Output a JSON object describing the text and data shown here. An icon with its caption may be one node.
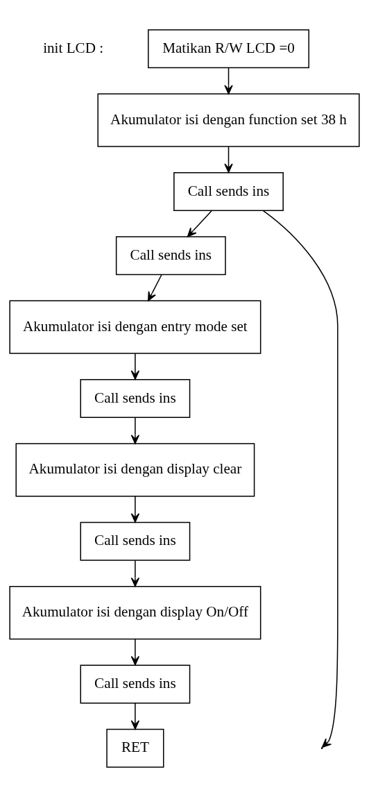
{
  "diagram": {
    "nodes": [
      {
        "text": [
          "Matikan R/W LCD =0"
        ]
      },
      {
        "text": [
          "Akumulator isi dengan function set 38 h"
        ]
      },
      {
        "text": [
          "Call sends ins"
        ]
      },
      {
        "text": [
          "Call sends ins"
        ]
      },
      {
        "text": [
          "Akumulator isi dengan entry mode set"
        ]
      },
      {
        "text": [
          "Call sends ins"
        ]
      },
      {
        "text": [
          "Akumulator isi dengan display clear"
        ]
      },
      {
        "text": [
          "Call sends ins"
        ]
      },
      {
        "text": [
          "Akumulator isi dengan display On/Off"
        ]
      },
      {
        "text": [
          "Call sends ins"
        ]
      },
      {
        "text": [
          "RET"
        ]
      }
    ],
    "edges": [
      {
        "from": 0,
        "to": 1,
        "arrow": "to"
      },
      {
        "from": 1,
        "to": 2,
        "arrow": "to"
      },
      {
        "from": 2,
        "to": 3,
        "arrow": "to"
      },
      {
        "from": 3,
        "to": 4,
        "arrow": "to"
      },
      {
        "from": 4,
        "to": 5,
        "arrow": "to"
      },
      {
        "from": 5,
        "to": 6,
        "arrow": "to"
      },
      {
        "from": 6,
        "to": 7,
        "arrow": "to"
      },
      {
        "from": 7,
        "to": 8,
        "arrow": "to"
      },
      {
        "from": 8,
        "to": 9,
        "arrow": "to"
      },
      {
        "from": 9,
        "to": 10,
        "arrow": "to"
      },
      {
        "from": 2,
        "to": null,
        "arrow": "to"
      }
    ],
    "labels": [
      "init LCD :"
    ]
  }
}
